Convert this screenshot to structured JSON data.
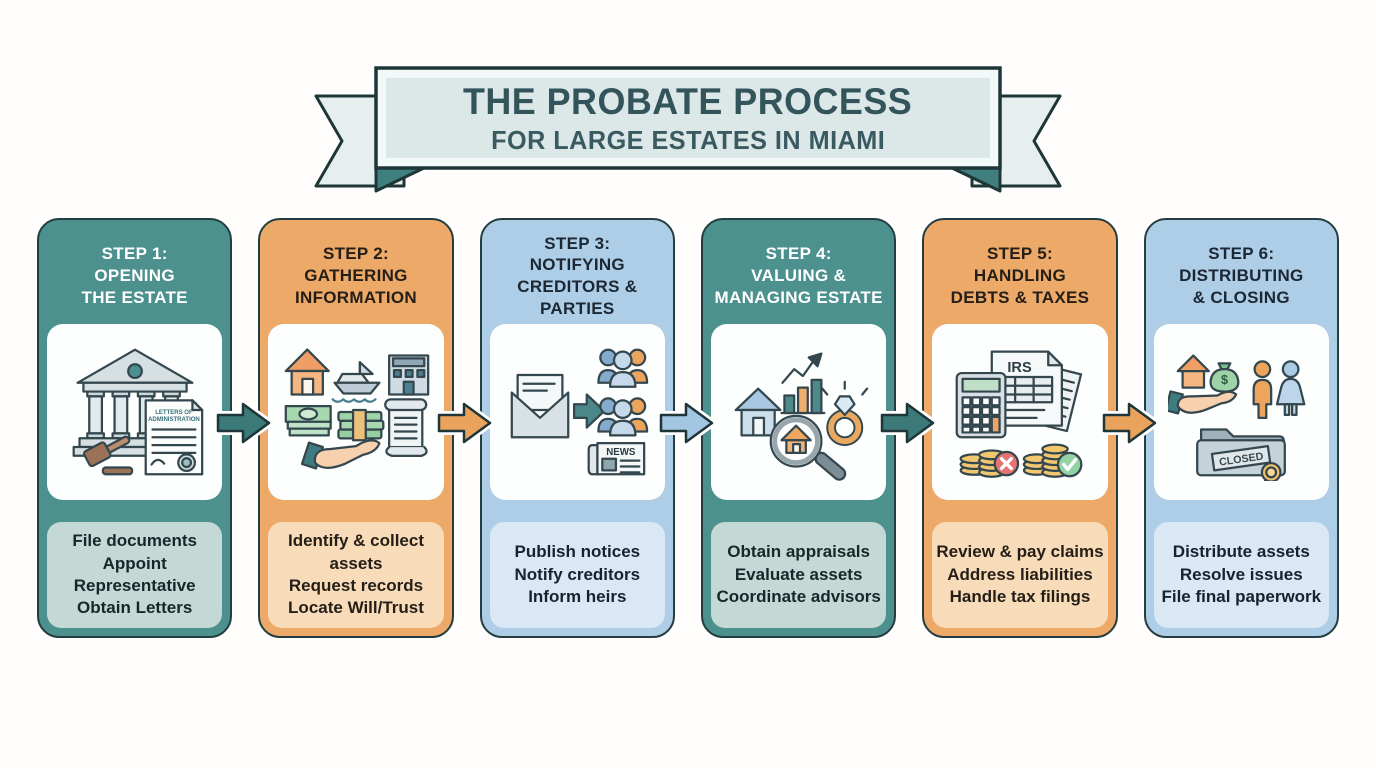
{
  "banner": {
    "title": "THE PROBATE PROCESS",
    "subtitle": "FOR LARGE ESTATES IN MIAMI"
  },
  "colors": {
    "teal": "#4d918f",
    "orange": "#eca968",
    "light_blue": "#aecde6",
    "teal_tint": "#c4d9d5",
    "orange_tint": "#f8dcba",
    "blue_tint": "#d9e8f4",
    "outline": "#233d40",
    "banner_fill": "#dce8e8",
    "banner_fold": "#3f807f"
  },
  "steps": [
    {
      "header": "STEP 1:\nOPENING\nTHE ESTATE",
      "theme": "teal",
      "icons": [
        "courthouse-icon",
        "gavel-icon",
        "letters-of-administration-document-icon"
      ],
      "doc_label_1": "LETTERS OF",
      "doc_label_2": "ADMINISTRATION",
      "tasks": "File documents\nAppoint Representative\nObtain Letters"
    },
    {
      "header": "STEP 2:\nGATHERING\nINFORMATION",
      "theme": "orange",
      "icons": [
        "house-icon",
        "yacht-icon",
        "office-building-icon",
        "cash-bills-icon",
        "money-stack-icon",
        "scroll-document-icon",
        "open-hand-icon"
      ],
      "tasks": "Identify & collect assets\nRequest records\nLocate Will/Trust"
    },
    {
      "header": "STEP 3:\nNOTIFYING\nCREDITORS &\nPARTIES",
      "theme": "blue",
      "icons": [
        "open-envelope-icon",
        "right-arrow-icon",
        "people-group-icon",
        "people-group-icon",
        "newspaper-icon"
      ],
      "news_label": "NEWS",
      "tasks": "Publish notices\nNotify creditors\nInform heirs"
    },
    {
      "header": "STEP 4:\nVALUING &\nMANAGING ESTATE",
      "theme": "teal",
      "icons": [
        "house-icon",
        "growth-bar-chart-icon",
        "diamond-ring-icon",
        "magnifier-house-icon"
      ],
      "tasks": "Obtain appraisals\nEvaluate assets\nCoordinate advisors"
    },
    {
      "header": "STEP 5:\nHANDLING\nDEBTS & TAXES",
      "theme": "orange",
      "icons": [
        "calculator-icon",
        "irs-form-icon",
        "coin-stack-declined-icon",
        "coin-stack-approved-icon"
      ],
      "irs_label": "IRS",
      "tasks": "Review & pay claims\nAddress liabilities\nHandle tax filings"
    },
    {
      "header": "STEP 6:\nDISTRIBUTING\n& CLOSING",
      "theme": "blue",
      "icons": [
        "hand-giving-icon",
        "house-icon",
        "money-bag-icon",
        "heirs-couple-icon",
        "closed-folder-icon",
        "rosette-seal-icon"
      ],
      "money_bag_symbol": "$",
      "closed_label": "CLOSED",
      "tasks": "Distribute assets\nResolve issues\nFile final paperwork"
    }
  ],
  "arrows": [
    {
      "from_step": 1,
      "to_step": 2,
      "color": "#3c7a79"
    },
    {
      "from_step": 2,
      "to_step": 3,
      "color": "#e9a35d"
    },
    {
      "from_step": 3,
      "to_step": 4,
      "color": "#a3c6e2"
    },
    {
      "from_step": 4,
      "to_step": 5,
      "color": "#3c7a79"
    },
    {
      "from_step": 5,
      "to_step": 6,
      "color": "#e9a35d"
    }
  ]
}
